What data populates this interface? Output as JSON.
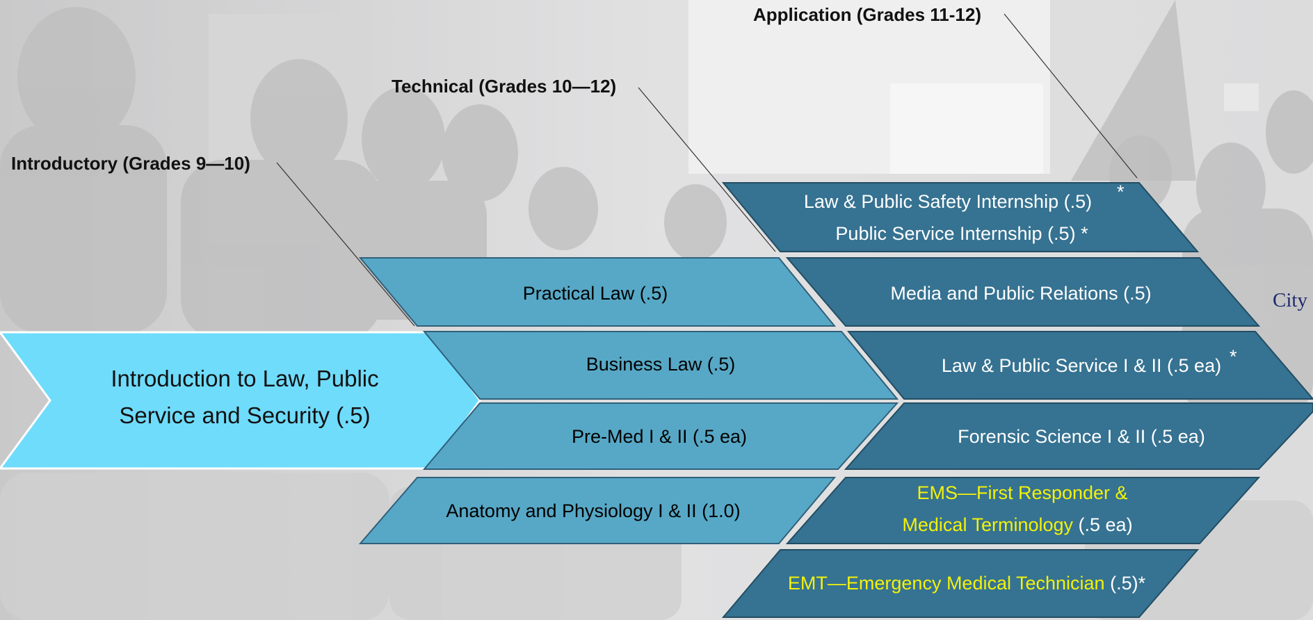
{
  "stages": {
    "introductory": "Introductory (Grades 9—10)",
    "technical": "Technical (Grades 10—12)",
    "application": "Application (Grades 11-12)"
  },
  "intro_course": {
    "line1": "Introduction to Law, Public",
    "line2": "Service and Security (.5)"
  },
  "technical_courses": {
    "practical_law": "Practical Law (.5)",
    "business_law": "Business Law (.5)",
    "pre_med": "Pre-Med I & II (.5 ea)",
    "anatomy": "Anatomy and Physiology I & II (1.0)"
  },
  "application_courses": {
    "internship_line1": "Law & Public Safety Internship (.5)",
    "internship_line2": "Public Service Internship (.5) *",
    "asterisk": "*",
    "media": "Media and Public Relations (.5)",
    "law_public_service": "Law & Public Service I & II (.5 ea)",
    "forensic": "Forensic Science I & II (.5 ea)",
    "ems_line1": "EMS—First Responder &",
    "ems_line2_highlight": "Medical Terminology",
    "ems_line2_rest": " (.5 ea)",
    "emt_highlight": "EMT—Emergency Medical Technician",
    "emt_rest": " (.5)*"
  },
  "side_text": "City",
  "colors": {
    "intro_fill": "#6fdcfc",
    "technical_fill": "#57a8c6",
    "application_fill": "#367291",
    "highlight_text": "#f2f20a"
  }
}
